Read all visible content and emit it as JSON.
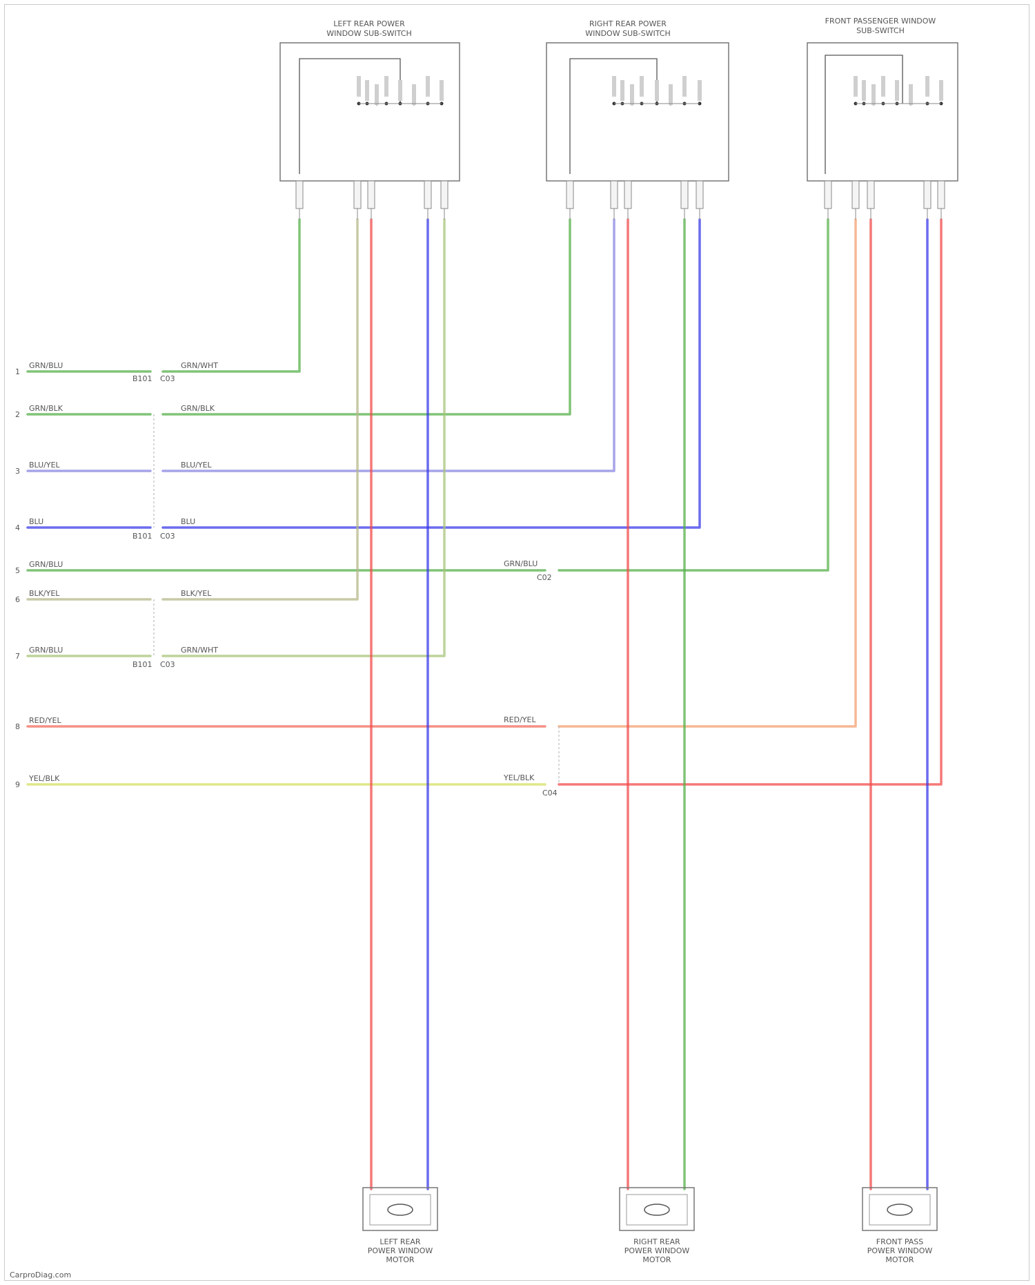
{
  "diagram": {
    "modules": [
      {
        "id": "left-rear-module",
        "title_line1": "LEFT REAR POWER",
        "title_line2": "WINDOW SUB-SWITCH"
      },
      {
        "id": "right-rear-module",
        "title_line1": "RIGHT REAR POWER",
        "title_line2": "WINDOW SUB-SWITCH"
      },
      {
        "id": "front-passenger-module",
        "title_line1": "FRONT PASSENGER WINDOW",
        "title_line2": "SUB-SWITCH"
      }
    ],
    "motors": [
      {
        "id": "left-rear-motor",
        "line1": "LEFT REAR",
        "line2": "POWER WINDOW",
        "line3": "MOTOR"
      },
      {
        "id": "right-rear-motor",
        "line1": "RIGHT REAR",
        "line2": "POWER WINDOW",
        "line3": "MOTOR"
      },
      {
        "id": "front-passenger-motor",
        "line1": "FRONT PASS",
        "line2": "POWER WINDOW",
        "line3": "MOTOR"
      }
    ],
    "left_rows": [
      {
        "n": "1",
        "left": "GRN/BLU",
        "right": "GRN/WHT"
      },
      {
        "n": "2",
        "left": "GRN/BLK",
        "right": "GRN/BLK"
      },
      {
        "n": "3",
        "left": "BLU/YEL",
        "right": "BLU/YEL"
      },
      {
        "n": "4",
        "left": "BLU",
        "right": "BLU"
      },
      {
        "n": "5",
        "left": "GRN/BLU",
        "right": ""
      },
      {
        "n": "6",
        "left": "BLK/YEL",
        "right": "BLK/YEL"
      },
      {
        "n": "7",
        "left": "GRN/BLU",
        "right": "GRN/WHT"
      },
      {
        "n": "8",
        "left": "RED/YEL",
        "right": ""
      },
      {
        "n": "9",
        "left": "YEL/BLK",
        "right": ""
      }
    ],
    "mid_labels": [
      {
        "text": "GRN/BLU"
      },
      {
        "text": "RED/YEL"
      },
      {
        "text": "YEL/BLK"
      }
    ],
    "connector_refs": [
      "B101",
      "C03",
      "B101",
      "C03",
      "B101",
      "C03",
      "C02",
      "C04"
    ],
    "footer": "CarproDiag.com"
  }
}
